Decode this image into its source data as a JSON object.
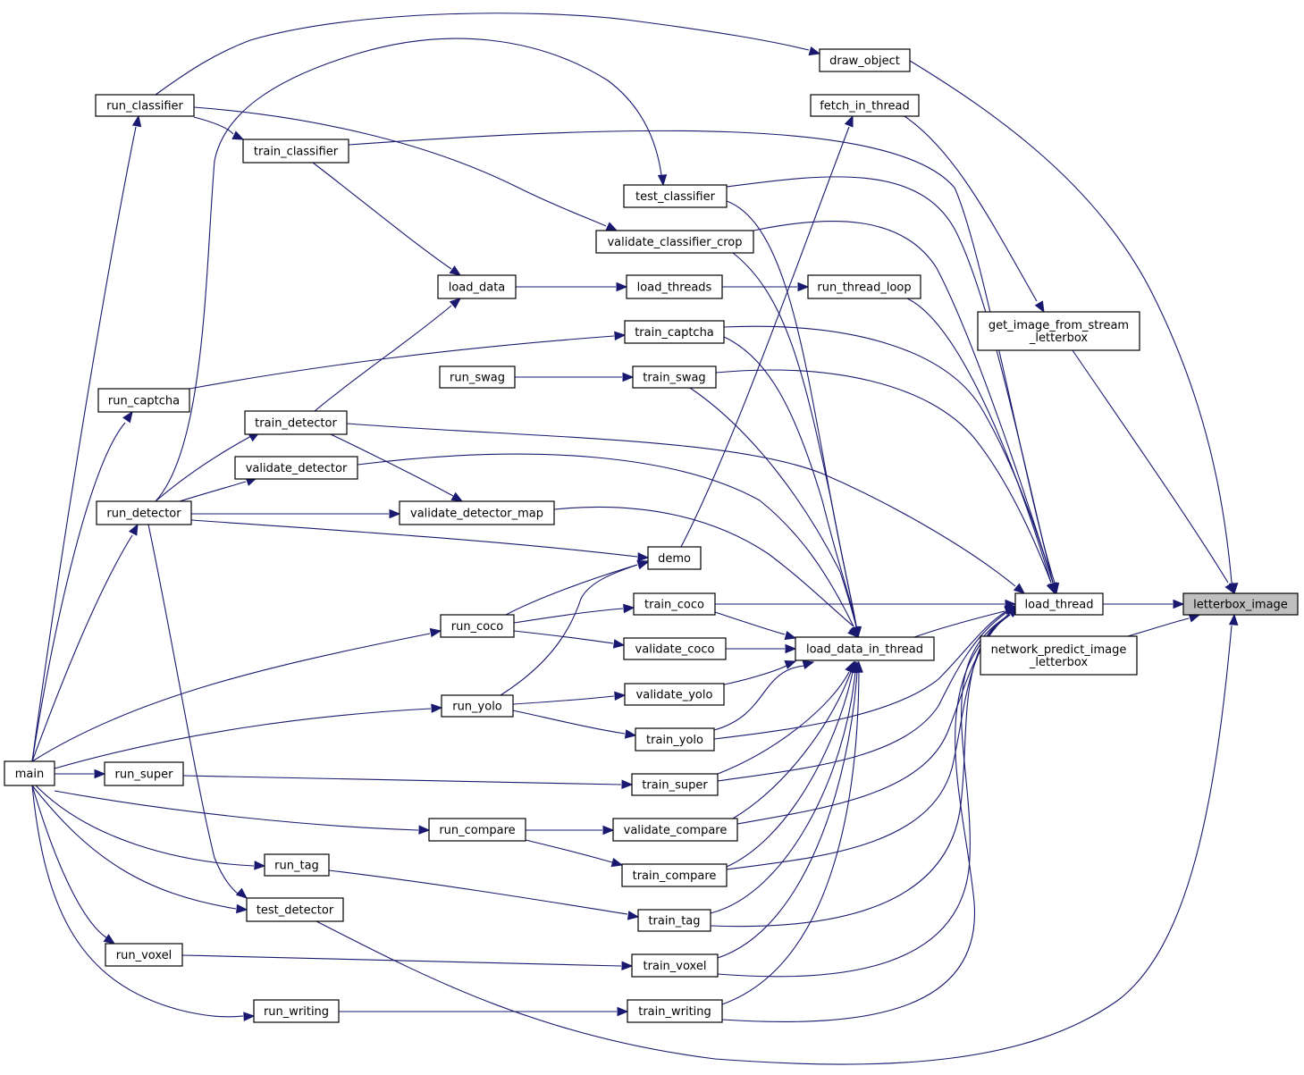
{
  "graph": {
    "target": "letterbox_image",
    "nodes": {
      "letterbox_image": [
        "letterbox_image"
      ],
      "load_thread": [
        "load_thread"
      ],
      "get_image_from_stream_letterbox": [
        "get_image_from_stream",
        "_letterbox"
      ],
      "network_predict_image_letterbox": [
        "network_predict_image",
        "_letterbox"
      ],
      "load_data_in_thread": [
        "load_data_in_thread"
      ],
      "draw_object": [
        "draw_object"
      ],
      "fetch_in_thread": [
        "fetch_in_thread"
      ],
      "run_thread_loop": [
        "run_thread_loop"
      ],
      "test_classifier": [
        "test_classifier"
      ],
      "validate_classifier_crop": [
        "validate_classifier_crop"
      ],
      "load_threads": [
        "load_threads"
      ],
      "train_captcha": [
        "train_captcha"
      ],
      "train_swag": [
        "train_swag"
      ],
      "demo": [
        "demo"
      ],
      "train_coco": [
        "train_coco"
      ],
      "validate_coco": [
        "validate_coco"
      ],
      "validate_yolo": [
        "validate_yolo"
      ],
      "train_yolo": [
        "train_yolo"
      ],
      "train_super": [
        "train_super"
      ],
      "validate_compare": [
        "validate_compare"
      ],
      "train_compare": [
        "train_compare"
      ],
      "train_tag": [
        "train_tag"
      ],
      "train_voxel": [
        "train_voxel"
      ],
      "train_writing": [
        "train_writing"
      ],
      "load_data": [
        "load_data"
      ],
      "run_swag": [
        "run_swag"
      ],
      "run_coco": [
        "run_coco"
      ],
      "run_yolo": [
        "run_yolo"
      ],
      "run_compare": [
        "run_compare"
      ],
      "validate_detector_map": [
        "validate_detector_map"
      ],
      "run_classifier": [
        "run_classifier"
      ],
      "train_classifier": [
        "train_classifier"
      ],
      "run_captcha": [
        "run_captcha"
      ],
      "train_detector": [
        "train_detector"
      ],
      "validate_detector": [
        "validate_detector"
      ],
      "run_detector": [
        "run_detector"
      ],
      "run_super": [
        "run_super"
      ],
      "run_tag": [
        "run_tag"
      ],
      "test_detector": [
        "test_detector"
      ],
      "run_voxel": [
        "run_voxel"
      ],
      "run_writing": [
        "run_writing"
      ],
      "main": [
        "main"
      ]
    },
    "edges": [
      [
        "load_thread",
        "letterbox_image"
      ],
      [
        "get_image_from_stream_letterbox",
        "letterbox_image"
      ],
      [
        "network_predict_image_letterbox",
        "letterbox_image"
      ],
      [
        "draw_object",
        "letterbox_image"
      ],
      [
        "test_detector",
        "letterbox_image"
      ],
      [
        "fetch_in_thread",
        "get_image_from_stream_letterbox"
      ],
      [
        "load_data_in_thread",
        "load_thread"
      ],
      [
        "run_thread_loop",
        "load_thread"
      ],
      [
        "test_classifier",
        "load_thread"
      ],
      [
        "validate_classifier_crop",
        "load_thread"
      ],
      [
        "train_classifier",
        "load_thread"
      ],
      [
        "train_captcha",
        "load_thread"
      ],
      [
        "train_swag",
        "load_thread"
      ],
      [
        "train_detector",
        "load_thread"
      ],
      [
        "train_coco",
        "load_thread"
      ],
      [
        "train_yolo",
        "load_thread"
      ],
      [
        "train_super",
        "load_thread"
      ],
      [
        "validate_compare",
        "load_thread"
      ],
      [
        "train_compare",
        "load_thread"
      ],
      [
        "train_tag",
        "load_thread"
      ],
      [
        "train_voxel",
        "load_thread"
      ],
      [
        "train_writing",
        "load_thread"
      ],
      [
        "test_classifier",
        "load_data_in_thread"
      ],
      [
        "validate_classifier_crop",
        "load_data_in_thread"
      ],
      [
        "train_captcha",
        "load_data_in_thread"
      ],
      [
        "train_swag",
        "load_data_in_thread"
      ],
      [
        "validate_detector",
        "load_data_in_thread"
      ],
      [
        "validate_detector_map",
        "load_data_in_thread"
      ],
      [
        "train_coco",
        "load_data_in_thread"
      ],
      [
        "validate_coco",
        "load_data_in_thread"
      ],
      [
        "validate_yolo",
        "load_data_in_thread"
      ],
      [
        "train_yolo",
        "load_data_in_thread"
      ],
      [
        "train_super",
        "load_data_in_thread"
      ],
      [
        "validate_compare",
        "load_data_in_thread"
      ],
      [
        "train_compare",
        "load_data_in_thread"
      ],
      [
        "train_tag",
        "load_data_in_thread"
      ],
      [
        "train_voxel",
        "load_data_in_thread"
      ],
      [
        "train_writing",
        "load_data_in_thread"
      ],
      [
        "load_threads",
        "run_thread_loop"
      ],
      [
        "demo",
        "fetch_in_thread"
      ],
      [
        "load_data",
        "load_threads"
      ],
      [
        "train_classifier",
        "load_data"
      ],
      [
        "train_detector",
        "load_data"
      ],
      [
        "run_swag",
        "train_swag"
      ],
      [
        "run_captcha",
        "train_captcha"
      ],
      [
        "run_classifier",
        "draw_object"
      ],
      [
        "run_classifier",
        "train_classifier"
      ],
      [
        "run_classifier",
        "validate_classifier_crop"
      ],
      [
        "run_detector",
        "test_classifier"
      ],
      [
        "run_detector",
        "train_detector"
      ],
      [
        "run_detector",
        "validate_detector"
      ],
      [
        "run_detector",
        "validate_detector_map"
      ],
      [
        "train_detector",
        "validate_detector_map"
      ],
      [
        "run_coco",
        "demo"
      ],
      [
        "run_yolo",
        "demo"
      ],
      [
        "run_detector",
        "demo"
      ],
      [
        "run_coco",
        "train_coco"
      ],
      [
        "run_coco",
        "validate_coco"
      ],
      [
        "run_yolo",
        "validate_yolo"
      ],
      [
        "run_yolo",
        "train_yolo"
      ],
      [
        "run_super",
        "train_super"
      ],
      [
        "run_compare",
        "validate_compare"
      ],
      [
        "run_compare",
        "train_compare"
      ],
      [
        "run_tag",
        "train_tag"
      ],
      [
        "run_voxel",
        "train_voxel"
      ],
      [
        "run_writing",
        "train_writing"
      ],
      [
        "main",
        "run_classifier"
      ],
      [
        "main",
        "run_captcha"
      ],
      [
        "main",
        "run_detector"
      ],
      [
        "main",
        "run_coco"
      ],
      [
        "main",
        "run_yolo"
      ],
      [
        "main",
        "run_super"
      ],
      [
        "main",
        "run_compare"
      ],
      [
        "main",
        "run_tag"
      ],
      [
        "main",
        "test_detector"
      ],
      [
        "main",
        "run_voxel"
      ],
      [
        "main",
        "run_writing"
      ],
      [
        "run_detector",
        "test_detector"
      ]
    ]
  },
  "colors": {
    "edge": "#191970",
    "node_border": "#000000",
    "node_fill": "#ffffff",
    "highlight_fill": "#bfbfbf",
    "background": "#ffffff"
  }
}
